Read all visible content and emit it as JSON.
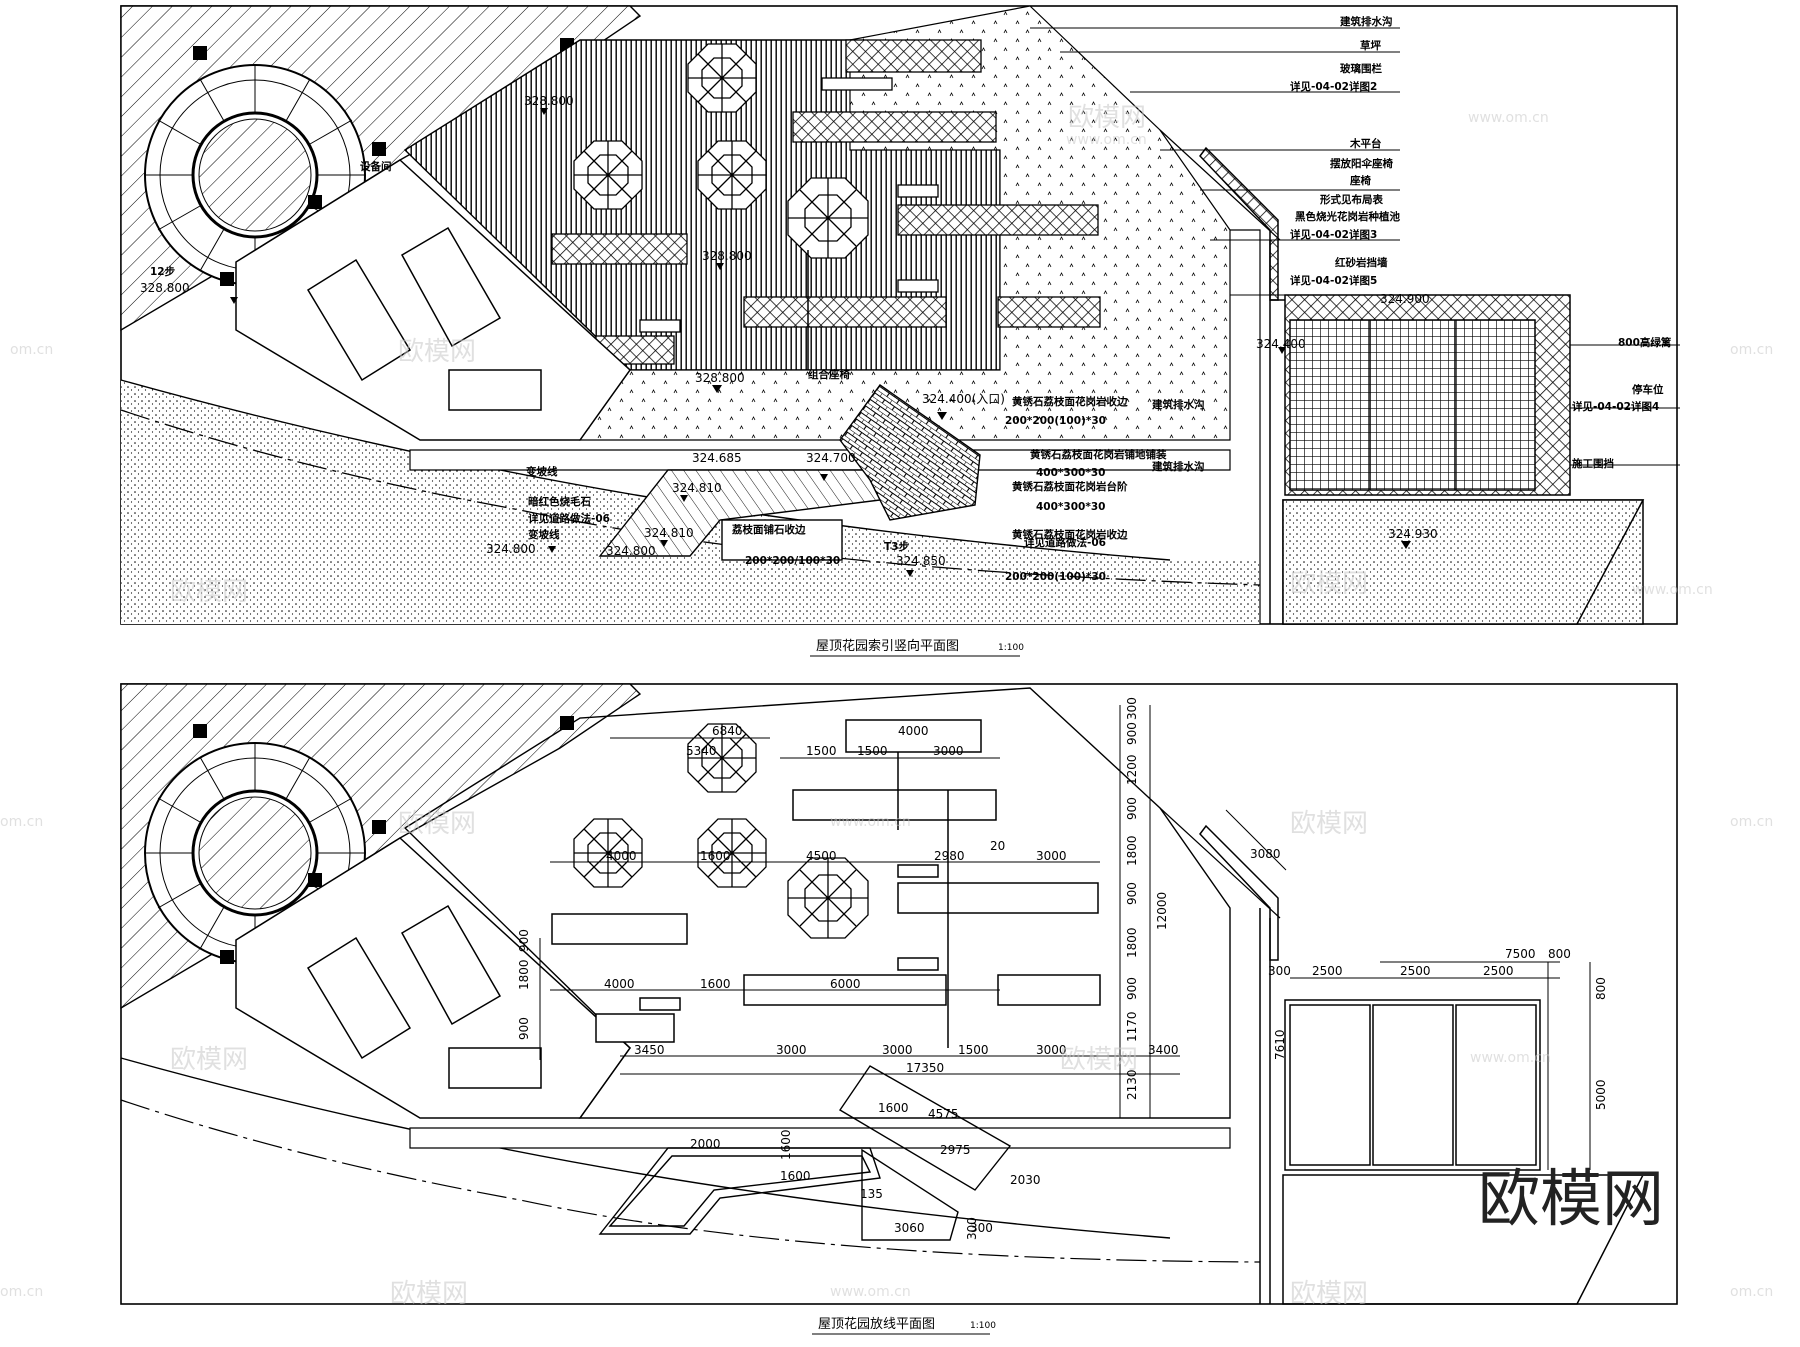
{
  "plan_top": {
    "title": "屋顶花园索引竖向平面图",
    "scale": "1:100",
    "elevations": [
      "328.800",
      "328.800",
      "328.800",
      "328.800",
      "324.400(入口)",
      "324.685",
      "324.700",
      "324.810",
      "324.810",
      "324.850",
      "324.800",
      "324.900",
      "324.930",
      "324.800",
      "324.400"
    ],
    "callouts_right": [
      "建筑排水沟",
      "草坪",
      "玻璃围栏",
      "详见-04-02详图2",
      "木平台",
      "摆放阳伞座椅",
      "座椅",
      "形式见布局表",
      "黑色烧光花岗岩种植池",
      "详见-04-02详图3",
      "红砂岩挡墙",
      "详见-04-02详图5"
    ],
    "callouts_mid": [
      "黄锈石荔枝面花岗岩收边",
      "200*200(100)*30",
      "建筑排水沟",
      "黄锈石荔枝面花岗岩铺地铺装",
      "400*300*30",
      "黄锈石荔枝面花岗岩台阶",
      "400*300*30",
      "黄锈石荔枝面花岗岩收边",
      "详见道路做法-06",
      "200*200(100)*30"
    ],
    "callouts_left": [
      "变坡线",
      "暗红色烧毛石",
      "详见道路做法-06",
      "变坡线"
    ],
    "callouts_misc": [
      "组合座椅",
      "荔枝面铺石收边",
      "200*200/100*30",
      "T3步",
      "800高绿篱",
      "停车位",
      "详见-04-02详图4",
      "施工围挡",
      "12步",
      "设备间"
    ]
  },
  "plan_bottom": {
    "title": "屋顶花园放线平面图",
    "scale": "1:100",
    "dimensions_top": [
      "6840",
      "5340",
      "1500",
      "1500",
      "3000",
      "4000"
    ],
    "dimensions_mid": [
      "4000",
      "1600",
      "4500",
      "2980",
      "3000",
      "20"
    ],
    "dimensions_low": [
      "4000",
      "1600",
      "6000"
    ],
    "dimensions_base": [
      "3450",
      "3000",
      "3000",
      "1500",
      "3000",
      "3400",
      "17350"
    ],
    "dimensions_vertical": [
      "300",
      "900",
      "1200",
      "900",
      "1800",
      "900",
      "1800",
      "900",
      "1170",
      "2130",
      "12000"
    ],
    "dimensions_left": [
      "900",
      "1800",
      "900"
    ],
    "dimensions_right_block": [
      "7500",
      "800",
      "300",
      "2500",
      "2500",
      "2500",
      "800",
      "7610",
      "5000",
      "3080"
    ],
    "dimensions_steps": [
      "1600",
      "4575",
      "2975",
      "1600",
      "2000",
      "2030",
      "135",
      "3060",
      "300",
      "300"
    ]
  },
  "watermarks": {
    "text": "欧模网",
    "url": "www.om.cn",
    "domain_fragment": "om.cn",
    "big": "欧模网"
  },
  "colors": {
    "ink": "#000000",
    "paper": "#ffffff",
    "watermark": "#c8c8c8"
  }
}
